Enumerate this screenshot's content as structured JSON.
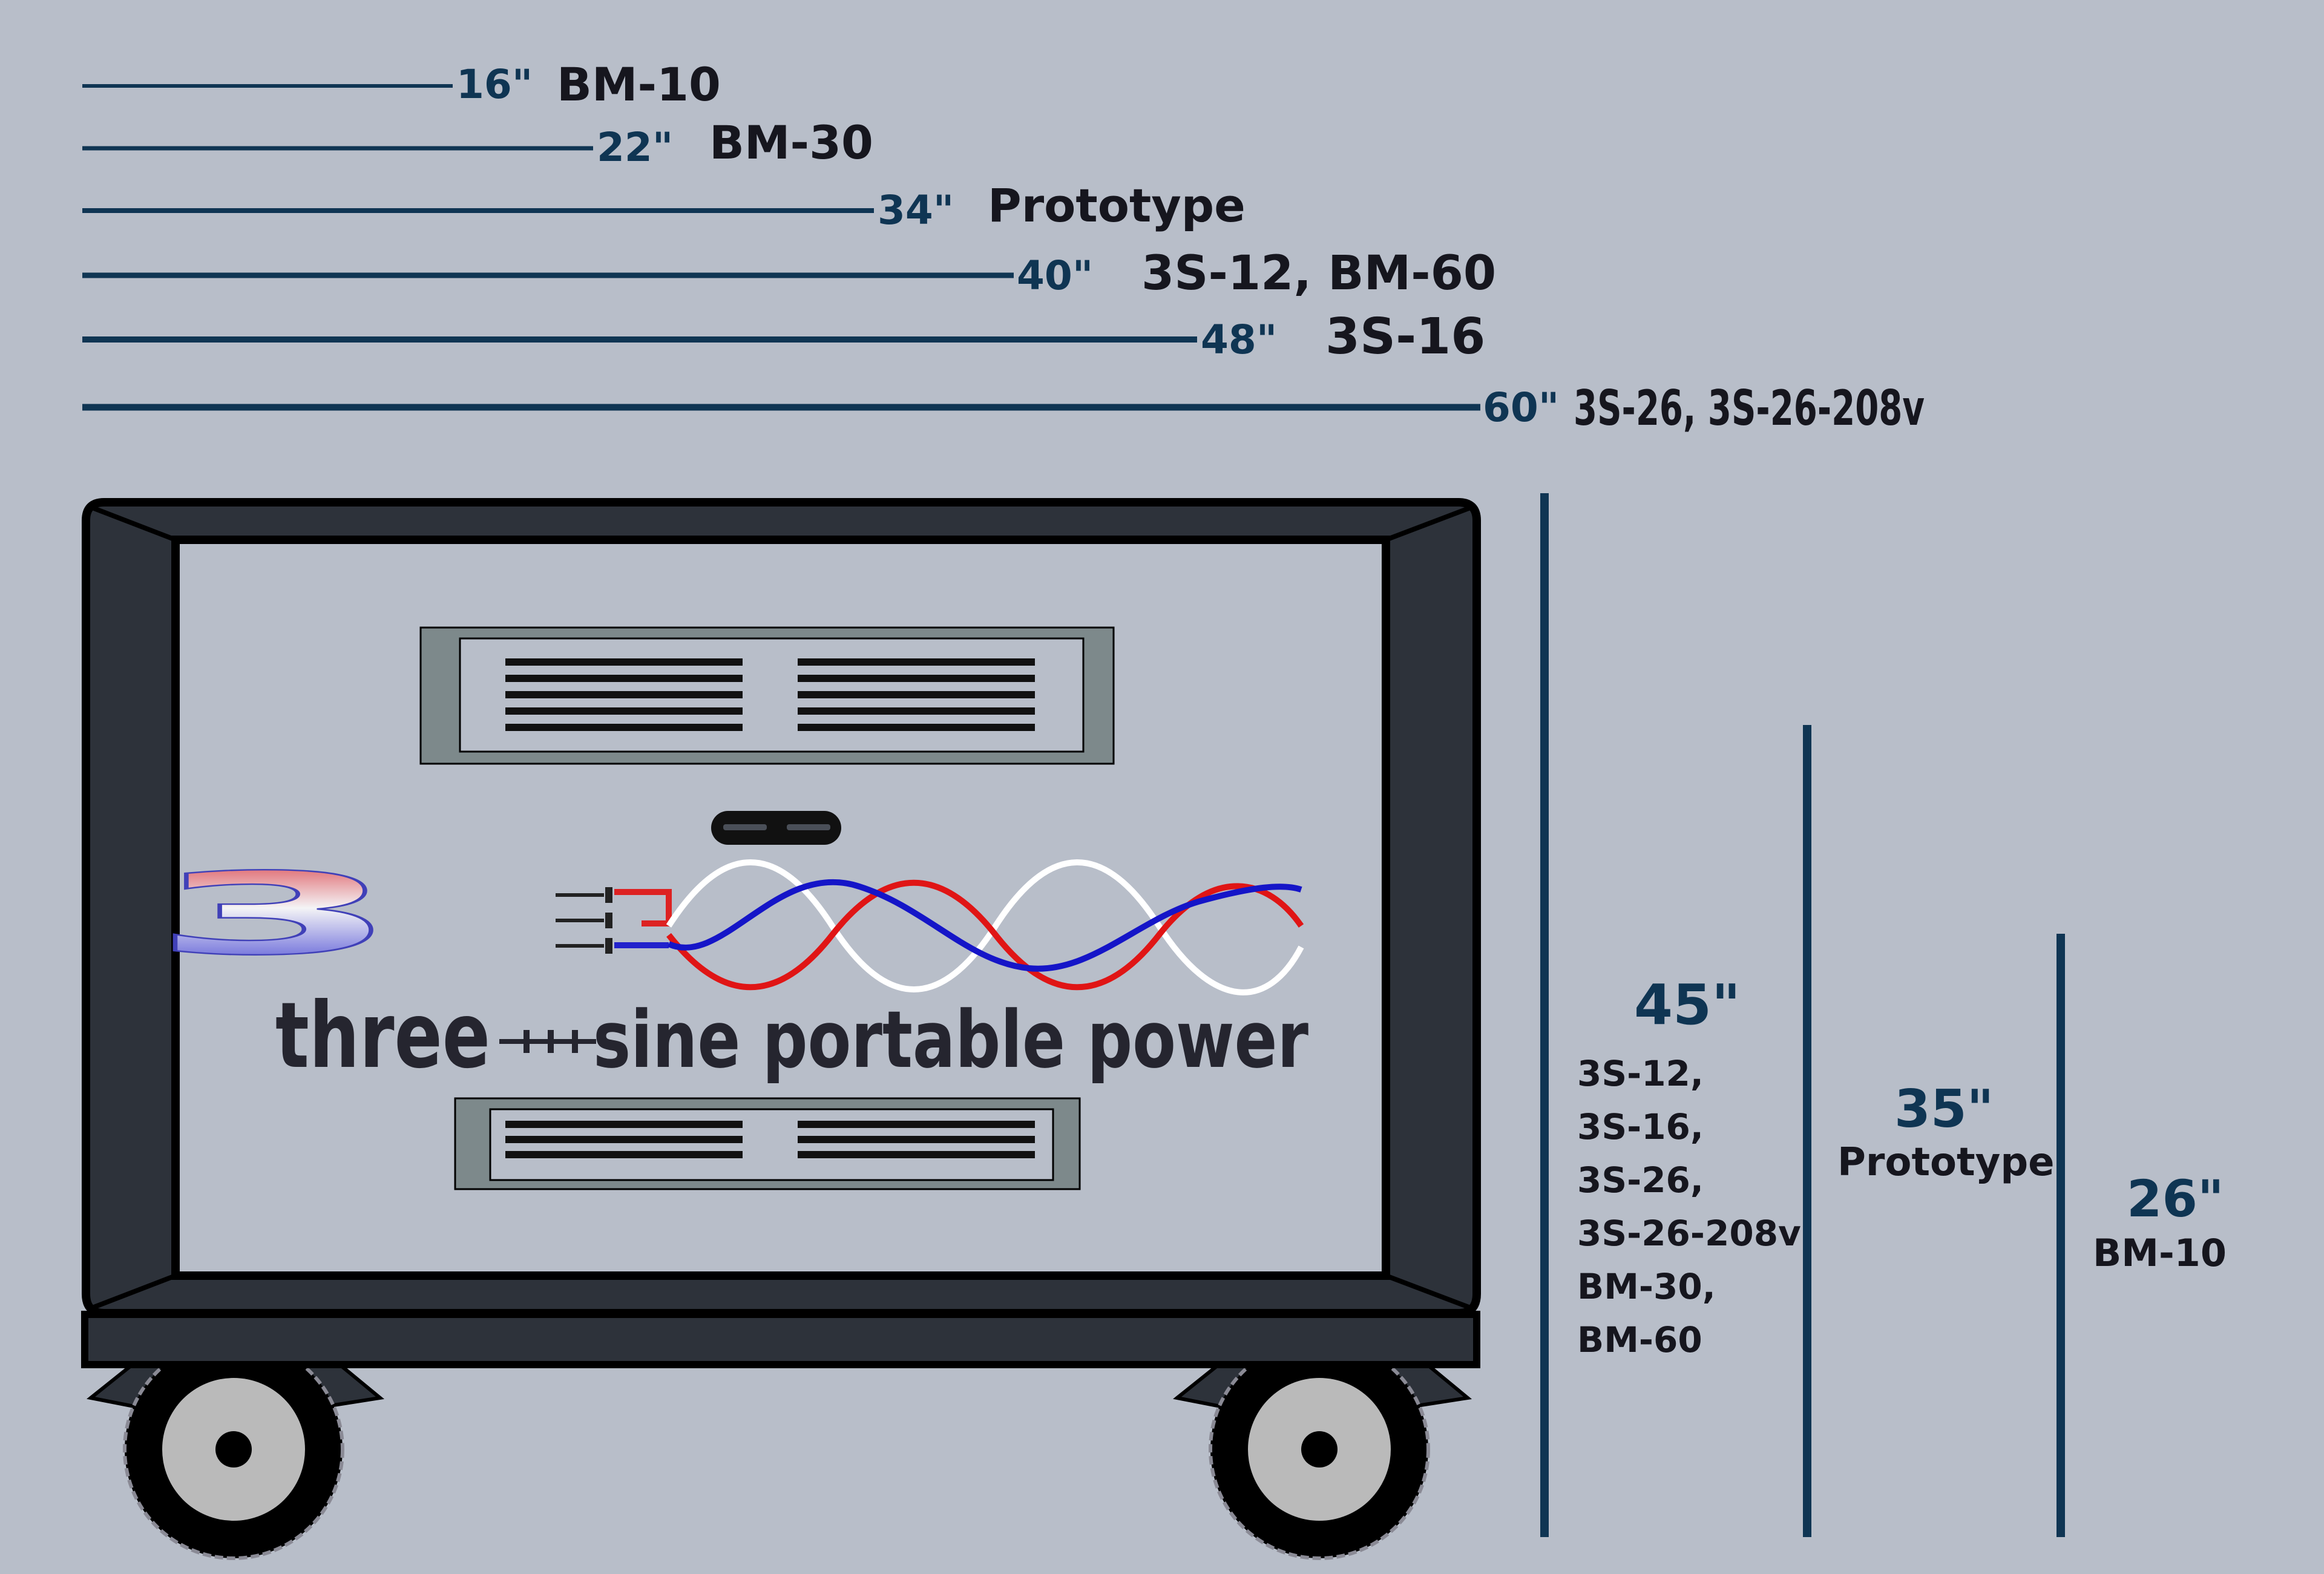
{
  "width_markers": [
    {
      "size": "16\"",
      "models": "BM-10"
    },
    {
      "size": "22\"",
      "models": "BM-30"
    },
    {
      "size": "34\"",
      "models": "Prototype"
    },
    {
      "size": "40\"",
      "models": "3S-12, BM-60"
    },
    {
      "size": "48\"",
      "models": "3S-16"
    },
    {
      "size": "60\"",
      "models": "3S-26, 3S-26-208v"
    }
  ],
  "height_markers": [
    {
      "size": "45\"",
      "models": [
        "3S-12,",
        "3S-16,",
        "3S-26,",
        "3S-26-208v",
        "BM-30,",
        "BM-60"
      ]
    },
    {
      "size": "35\"",
      "models": [
        "Prototype"
      ]
    },
    {
      "size": "26\"",
      "models": [
        "BM-10"
      ]
    }
  ],
  "logo": {
    "numeral": "3",
    "word_left": "three",
    "word_right": "sine portable power"
  },
  "colors": {
    "background": "#b8bec9",
    "dimension": "#0f3553",
    "cabinet": "#2d323a",
    "panel": "#b8bec9",
    "vent_frame": "#7d898b",
    "wave_red": "#e01515",
    "wave_blue": "#1515c8",
    "wave_white": "#ffffff"
  },
  "icons": [
    "power-cart",
    "vent-grille",
    "handle",
    "three-sine-logo",
    "wheel"
  ]
}
